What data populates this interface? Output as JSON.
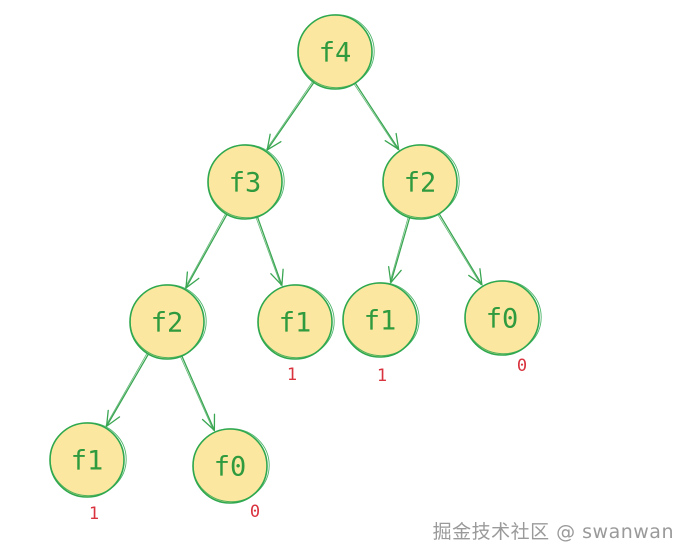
{
  "nodes": [
    {
      "id": "n1",
      "label": "f4"
    },
    {
      "id": "n2",
      "label": "f3"
    },
    {
      "id": "n3",
      "label": "f2"
    },
    {
      "id": "n4",
      "label": "f2"
    },
    {
      "id": "n5",
      "label": "f1",
      "value": "1"
    },
    {
      "id": "n6",
      "label": "f1",
      "value": "1"
    },
    {
      "id": "n7",
      "label": "f0",
      "value": "0"
    },
    {
      "id": "n8",
      "label": "f1",
      "value": "1"
    },
    {
      "id": "n9",
      "label": "f0",
      "value": "0"
    }
  ],
  "edges": [
    {
      "from": "n1",
      "to": "n2"
    },
    {
      "from": "n1",
      "to": "n3"
    },
    {
      "from": "n2",
      "to": "n4"
    },
    {
      "from": "n2",
      "to": "n5"
    },
    {
      "from": "n3",
      "to": "n6"
    },
    {
      "from": "n3",
      "to": "n7"
    },
    {
      "from": "n4",
      "to": "n8"
    },
    {
      "from": "n4",
      "to": "n9"
    }
  ],
  "colors": {
    "node_fill": "#fbe7a0",
    "node_stroke": "#2fa84f",
    "label": "#2f9a3e",
    "value": "#d9333f",
    "watermark": "#9a9a9a"
  },
  "watermark": "掘金技术社区 @ swanwan"
}
